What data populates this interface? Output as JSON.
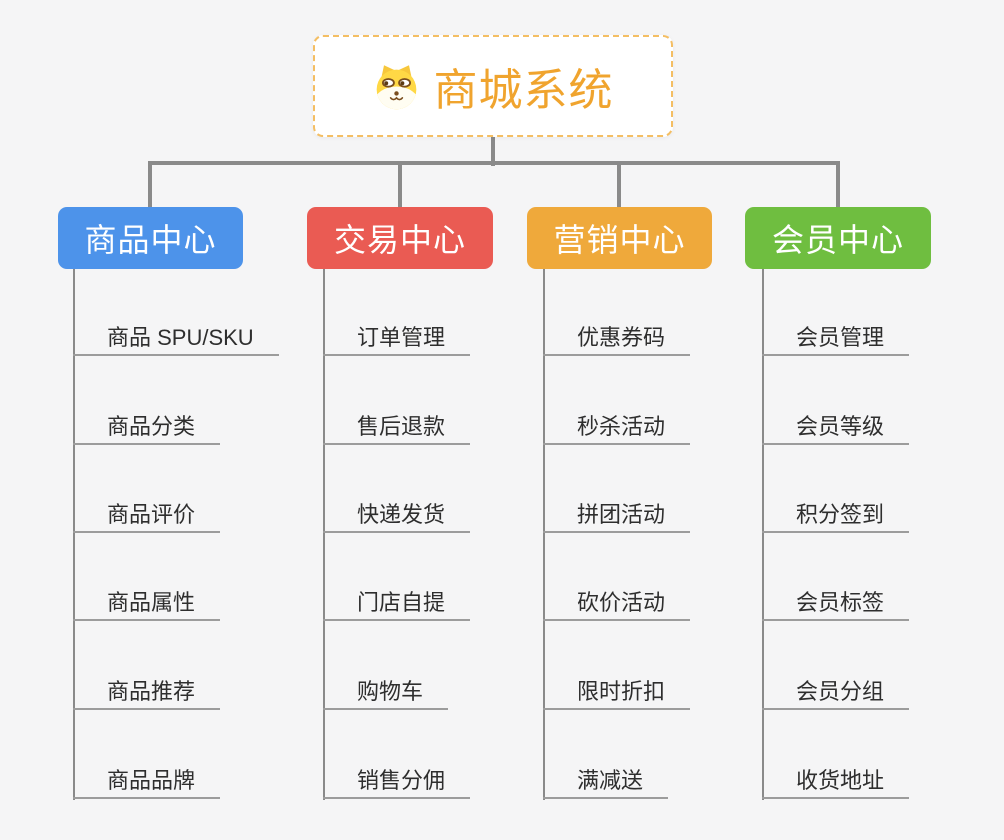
{
  "background_color": "#F5F5F6",
  "connector_color": "#8A8A8A",
  "root": {
    "title": "商城系统",
    "icon": "dog-face-icon",
    "text_color": "#F0A42E",
    "border_color": "#F4BE63",
    "fill_color": "#FFFFFF"
  },
  "branches": [
    {
      "label": "商品中心",
      "color": "#4D93EA",
      "items": [
        "商品 SPU/SKU",
        "商品分类",
        "商品评价",
        "商品属性",
        "商品推荐",
        "商品品牌"
      ]
    },
    {
      "label": "交易中心",
      "color": "#EA5B53",
      "items": [
        "订单管理",
        "售后退款",
        "快递发货",
        "门店自提",
        "购物车",
        "销售分佣"
      ]
    },
    {
      "label": "营销中心",
      "color": "#EFA93B",
      "items": [
        "优惠券码",
        "秒杀活动",
        "拼团活动",
        "砍价活动",
        "限时折扣",
        "满减送"
      ]
    },
    {
      "label": "会员中心",
      "color": "#6FBE40",
      "items": [
        "会员管理",
        "会员等级",
        "积分签到",
        "会员标签",
        "会员分组",
        "收货地址"
      ]
    }
  ]
}
